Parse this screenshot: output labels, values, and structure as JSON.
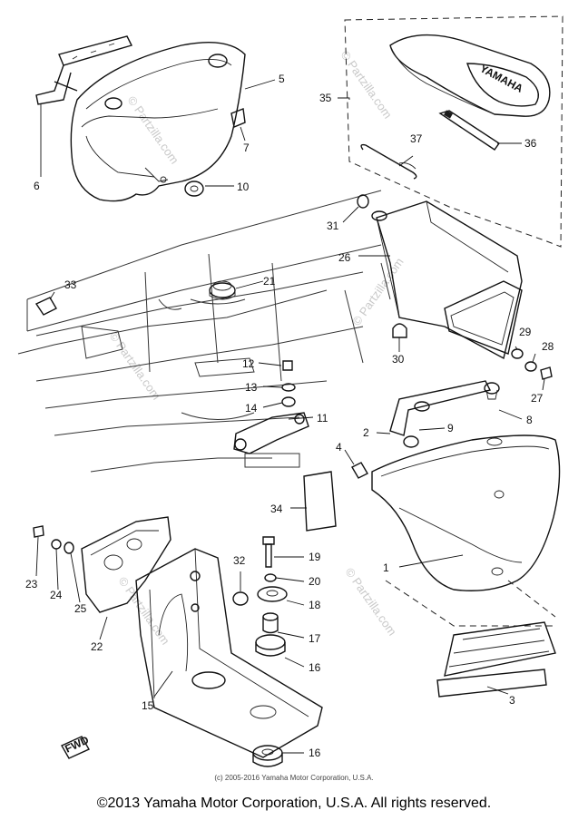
{
  "callouts": {
    "c1": "1",
    "c2": "2",
    "c3": "3",
    "c4": "4",
    "c5": "5",
    "c6": "6",
    "c7": "7",
    "c8": "8",
    "c9": "9",
    "c10": "10",
    "c11": "11",
    "c12": "12",
    "c13": "13",
    "c14": "14",
    "c15": "15",
    "c16a": "16",
    "c16b": "16",
    "c17": "17",
    "c18": "18",
    "c19": "19",
    "c20": "20",
    "c21": "21",
    "c22": "22",
    "c23": "23",
    "c24": "24",
    "c25": "25",
    "c26": "26",
    "c27": "27",
    "c28": "28",
    "c29": "29",
    "c30": "30",
    "c31": "31",
    "c32": "32",
    "c33": "33",
    "c34": "34",
    "c35": "35",
    "c36": "36",
    "c37": "37"
  },
  "seat_cover_text": "YAMAHA",
  "watermark": "© Partzilla.com",
  "small_copyright": "(c) 2005-2016 Yamaha Motor Corporation, U.S.A.",
  "footer": "©2013 Yamaha Motor Corporation, U.S.A. All rights reserved.",
  "fwd_label": "FWD"
}
